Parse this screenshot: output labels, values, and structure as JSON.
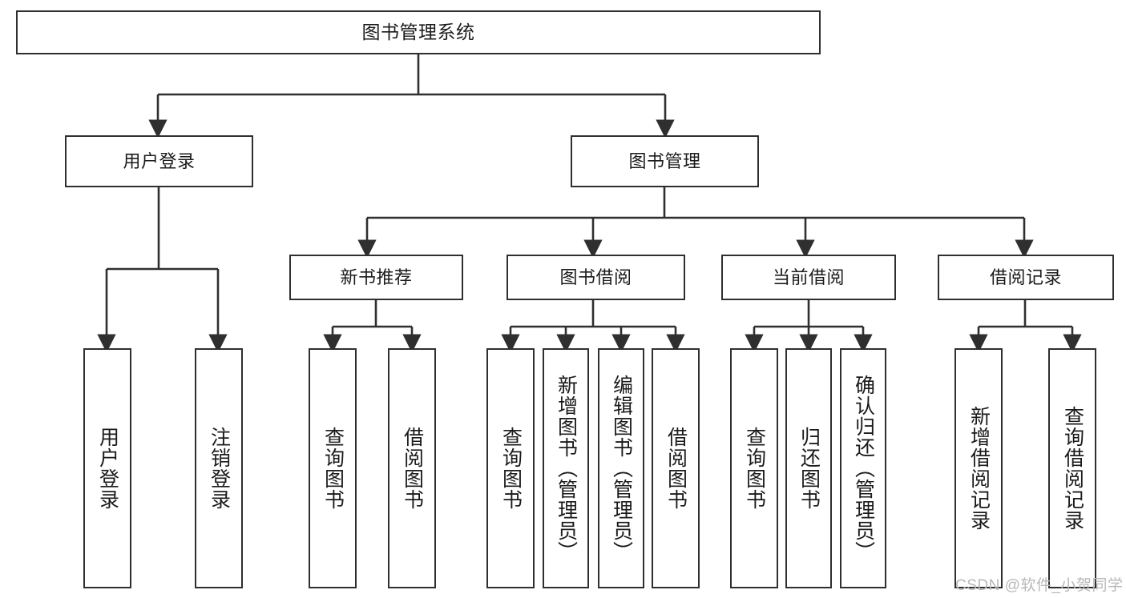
{
  "diagram": {
    "title": "图书管理系统",
    "root": {
      "label": "图书管理系统"
    },
    "level2": [
      {
        "label": "用户登录"
      },
      {
        "label": "图书管理"
      }
    ],
    "level3": [
      {
        "label": "新书推荐"
      },
      {
        "label": "图书借阅"
      },
      {
        "label": "当前借阅"
      },
      {
        "label": "借阅记录"
      }
    ],
    "leaves": {
      "user_login": [
        {
          "label": "用户登录"
        },
        {
          "label": "注销登录"
        }
      ],
      "new_book_recommend": [
        {
          "label": "查询图书"
        },
        {
          "label": "借阅图书"
        }
      ],
      "book_borrow": [
        {
          "label": "查询图书"
        },
        {
          "label": "新增图书（管理员）"
        },
        {
          "label": "编辑图书（管理员）"
        },
        {
          "label": "借阅图书"
        }
      ],
      "current_borrow": [
        {
          "label": "查询图书"
        },
        {
          "label": "归还图书"
        },
        {
          "label": "确认归还（管理员）"
        }
      ],
      "borrow_record": [
        {
          "label": "新增借阅记录"
        },
        {
          "label": "查询借阅记录"
        }
      ]
    }
  },
  "watermark": {
    "text": "CSDN @软件_小贺同学"
  },
  "colors": {
    "box_border": "#2f2f2f",
    "text": "#1b1b1b",
    "line": "#2f2f2f",
    "background": "#ffffff",
    "watermark": "#b8b8b8"
  }
}
